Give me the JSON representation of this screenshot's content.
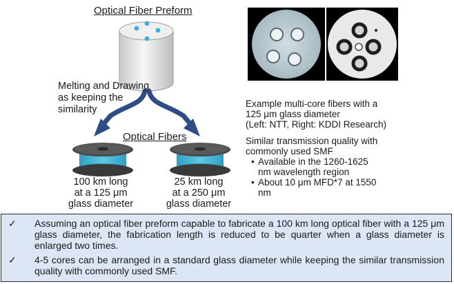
{
  "diagram": {
    "preform_title": "Optical Fiber Preform",
    "process_label": [
      "Melting and Drawing",
      "as keeping the",
      "similarity"
    ],
    "fibers_title": "Optical Fibers",
    "spools": [
      {
        "lines": [
          "100 km long",
          "at a 125 μm",
          "glass diameter"
        ]
      },
      {
        "lines": [
          "25 km long",
          "at a 250 μm",
          "glass diameter"
        ]
      }
    ]
  },
  "photos": {
    "left_cores": 4,
    "right_cores": 4
  },
  "description": {
    "example_lines": [
      "Example multi-core fibers with a",
      "125 μm glass diameter",
      "(Left: NTT, Right: KDDI Research)"
    ],
    "similar_lines": [
      "Similar transmission quality with",
      "commonly used SMF"
    ],
    "bullets": [
      {
        "lines": [
          "Available in the 1260-1625",
          "nm wavelength region"
        ]
      },
      {
        "lines": [
          "About 10 μm MFD*7 at 1550",
          "nm"
        ]
      }
    ]
  },
  "summary": {
    "check_symbol": "✓",
    "items": [
      {
        "text": "Assuming an optical fiber preform capable to fabricate a 100 km long optical fiber with a 125 μm glass diameter, the fabrication length is reduced to be quarter when a glass diameter is enlarged two times."
      },
      {
        "text": "4-5 cores can be arranged in a standard glass diameter while keeping the similar transmission quality with commonly used SMF."
      }
    ]
  },
  "colors": {
    "spool_fill": "#45b8d6",
    "spool_flange": "#3a3a3a",
    "arrow": "#2e4d86",
    "core_dot": "#3aaee0",
    "summary_bg": "#dde6f4"
  }
}
